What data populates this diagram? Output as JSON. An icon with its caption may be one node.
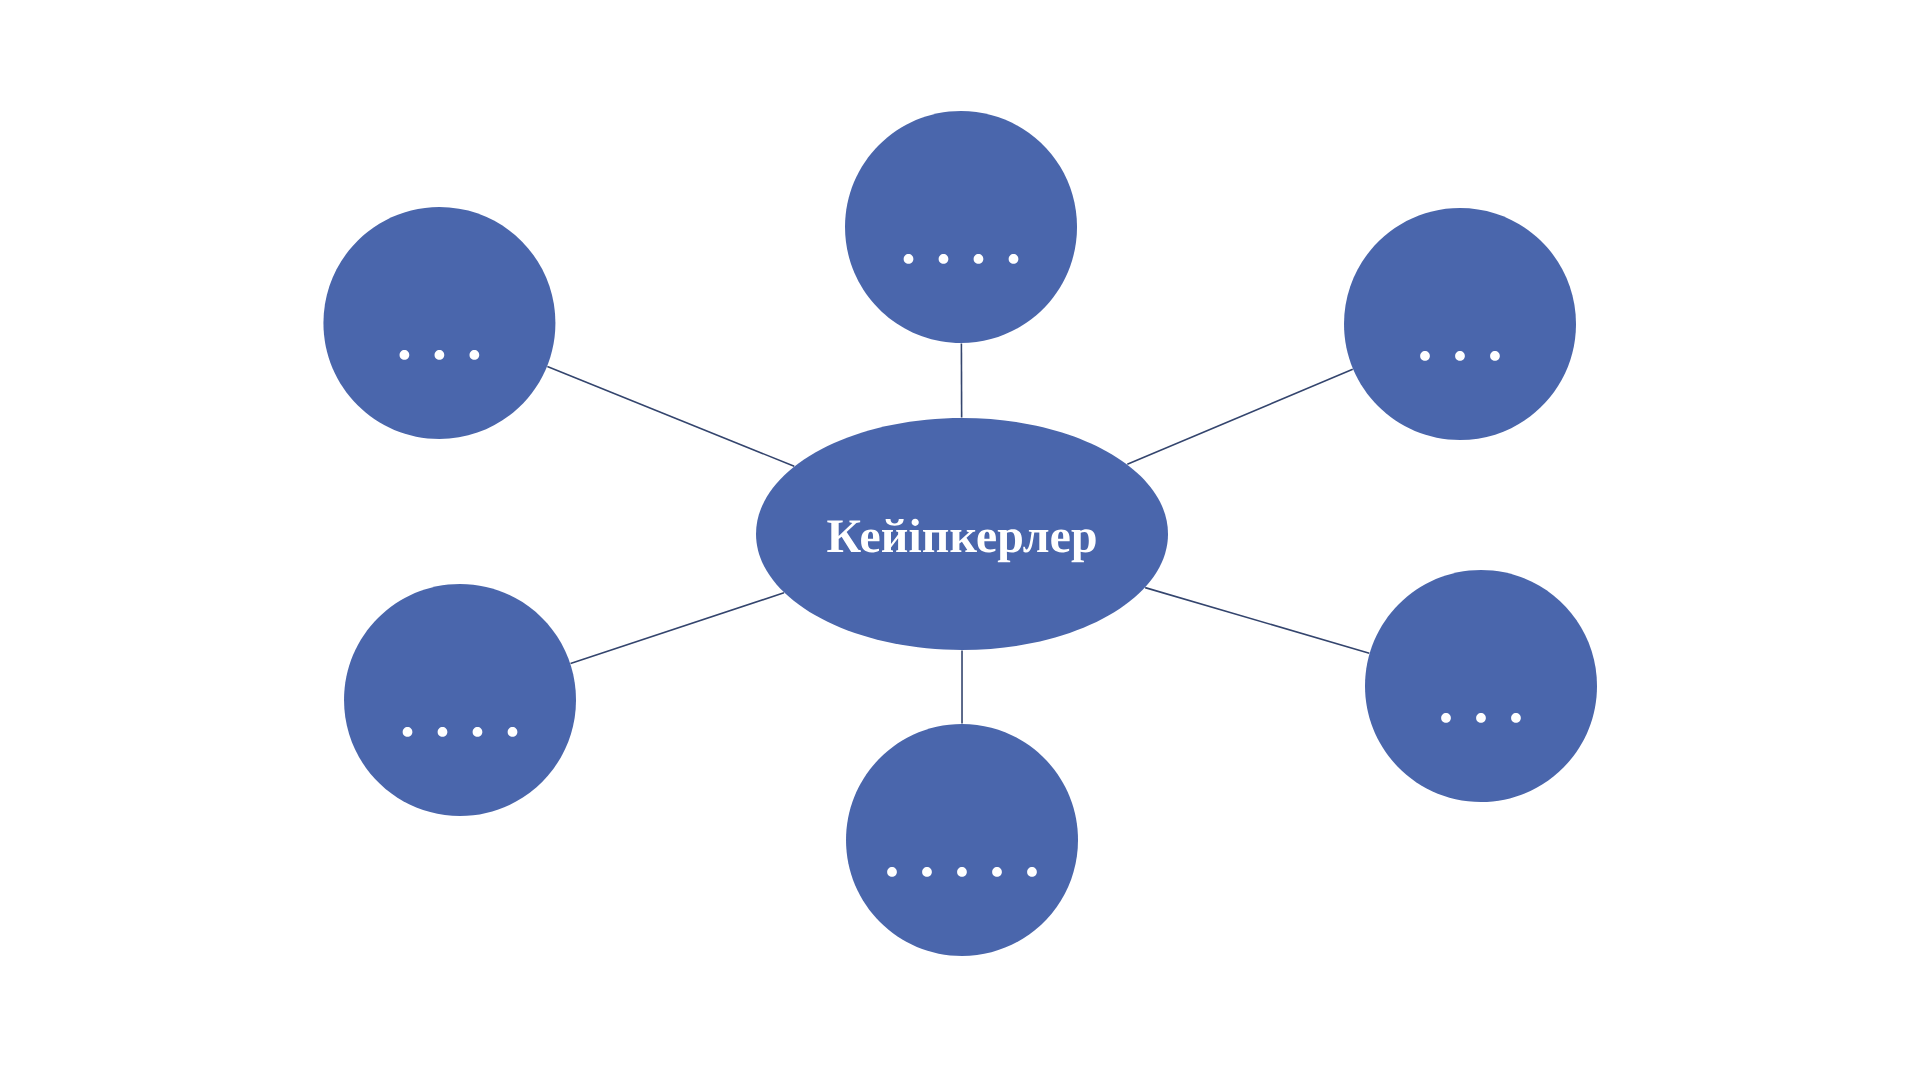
{
  "diagram": {
    "nodes": [
      {
        "text": [
          ". . . ."
        ]
      },
      {
        "text": [
          ". . ."
        ]
      },
      {
        "text": [
          ". . ."
        ]
      },
      {
        "text": [
          "Кейіпкерлер"
        ]
      },
      {
        "text": [
          ". . . ."
        ]
      },
      {
        "text": [
          ". . ."
        ]
      },
      {
        "text": [
          ". . . . ."
        ]
      }
    ],
    "edges": [
      {
        "from": 3,
        "to": 0,
        "arrow": "none"
      },
      {
        "from": 3,
        "to": 1,
        "arrow": "none"
      },
      {
        "from": 3,
        "to": 2,
        "arrow": "none"
      },
      {
        "from": 3,
        "to": 4,
        "arrow": "none"
      },
      {
        "from": 3,
        "to": 5,
        "arrow": "none"
      },
      {
        "from": 3,
        "to": 6,
        "arrow": "none"
      }
    ]
  }
}
